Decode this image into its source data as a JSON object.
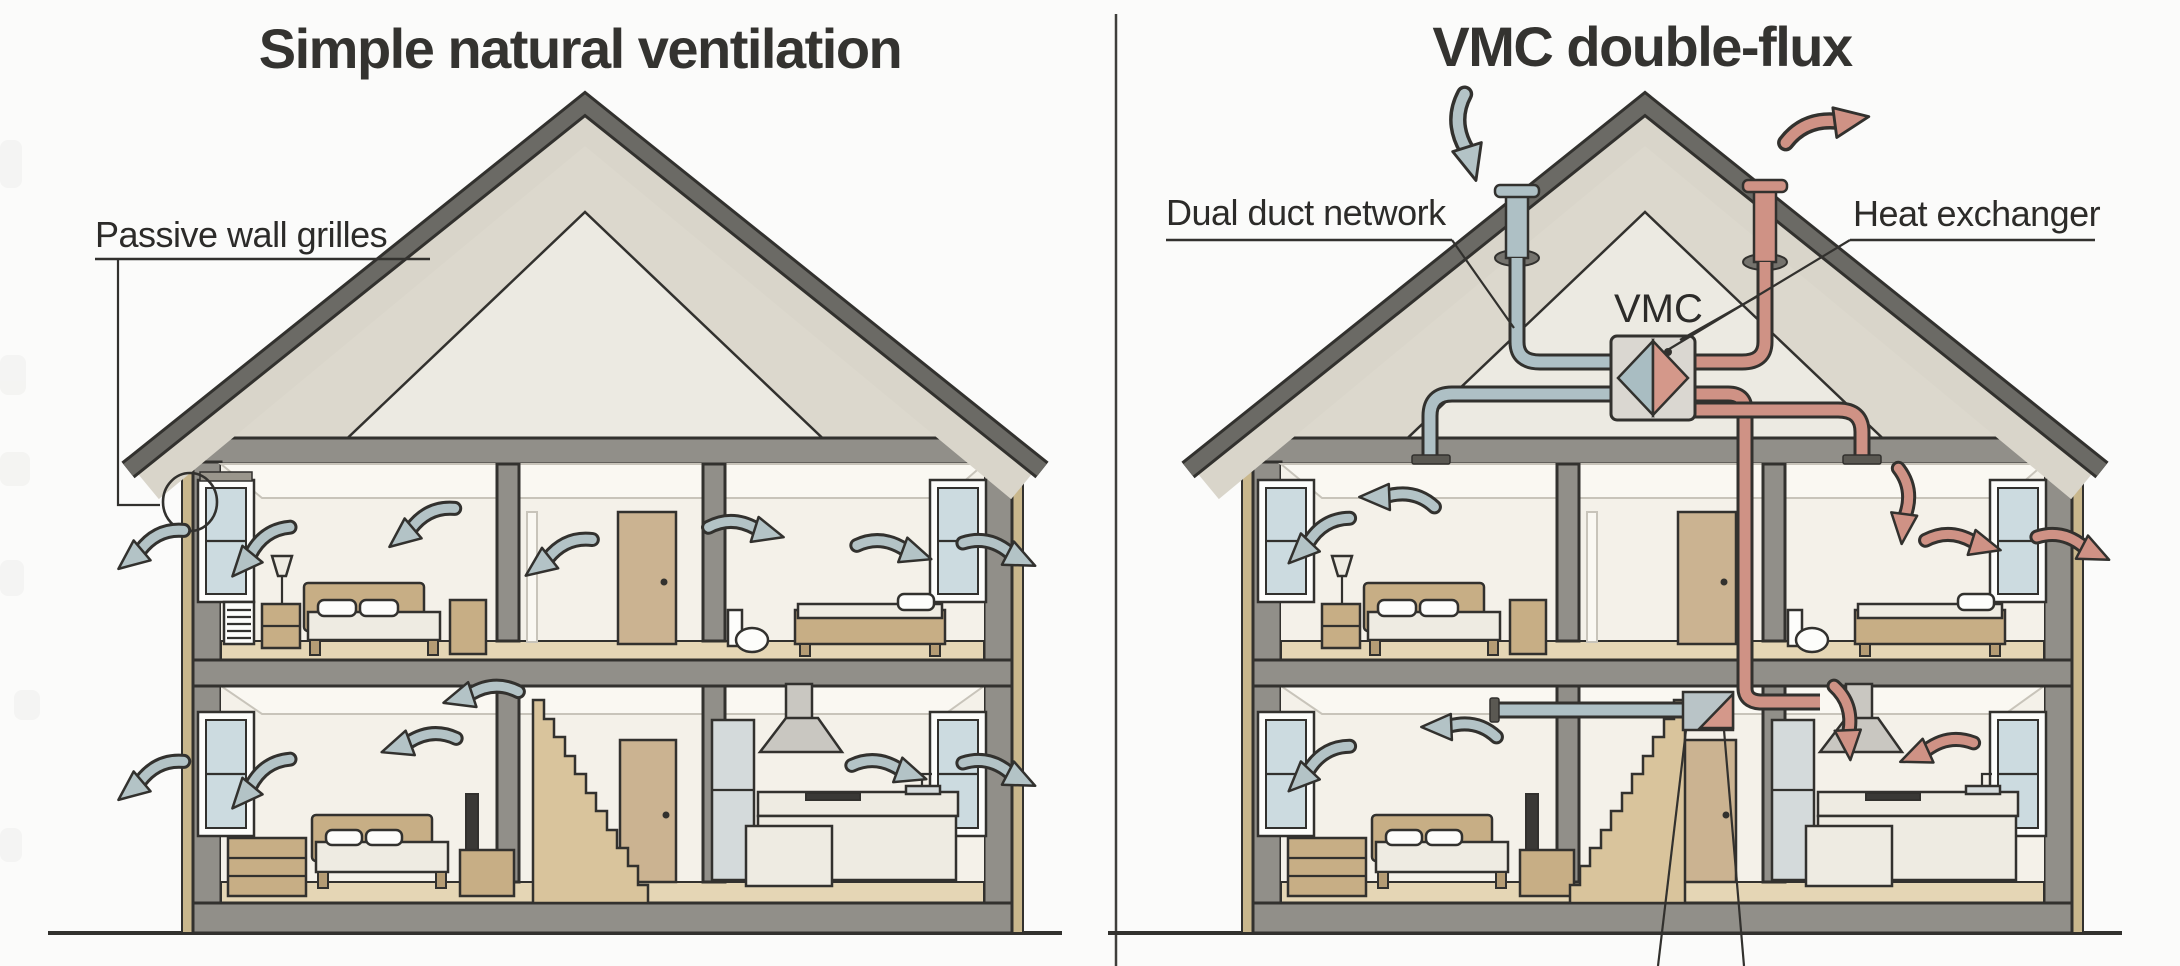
{
  "diagram": {
    "left_panel": {
      "title": "Simple natural ventilation",
      "callout": "Passive wall grilles"
    },
    "right_panel": {
      "title": "VMC double-flux",
      "callout_left": "Dual duct network",
      "callout_right": "Heat exchanger",
      "unit_label": "VMC"
    },
    "colors": {
      "fresh_air_duct": "#aec0c5",
      "stale_air_duct": "#cf9285",
      "arrow_air": "#b3c3c6",
      "structure_gray": "#918f89",
      "wood_tan": "#c7ae85",
      "roof_band": "#6b6a65",
      "outline": "#32312e",
      "background": "#fbfbfa",
      "title_text": "#343330"
    }
  }
}
